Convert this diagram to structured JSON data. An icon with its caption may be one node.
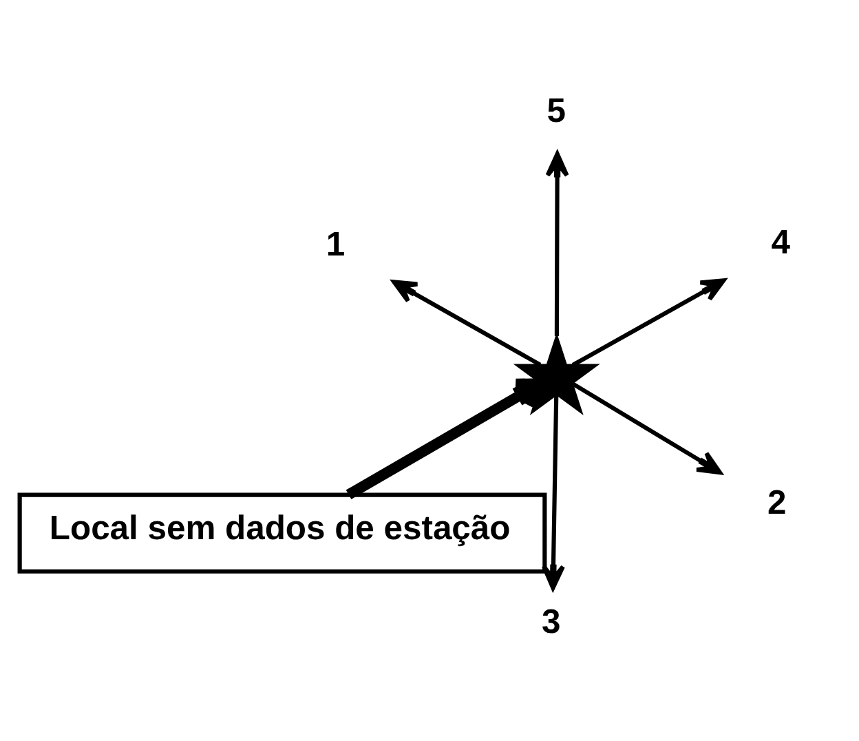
{
  "diagram": {
    "nodes": [
      {
        "text": [
          "1"
        ]
      },
      {
        "text": [
          "2"
        ]
      },
      {
        "text": [
          "3"
        ]
      },
      {
        "text": [],
        "shape": "star"
      },
      {
        "text": [
          "5"
        ]
      },
      {
        "text": [
          "4"
        ]
      },
      {
        "text": [
          "Local sem dados de estação"
        ]
      }
    ],
    "edges": [
      {
        "from": 3,
        "to": 0,
        "arrow": "to"
      },
      {
        "from": 3,
        "to": 1,
        "arrow": "to"
      },
      {
        "from": 3,
        "to": 2,
        "arrow": "to"
      },
      {
        "from": 3,
        "to": 4,
        "arrow": "to"
      },
      {
        "from": 3,
        "to": 5,
        "arrow": "to"
      },
      {
        "from": 6,
        "to": 3,
        "arrow": "to",
        "style": "thick"
      }
    ]
  }
}
